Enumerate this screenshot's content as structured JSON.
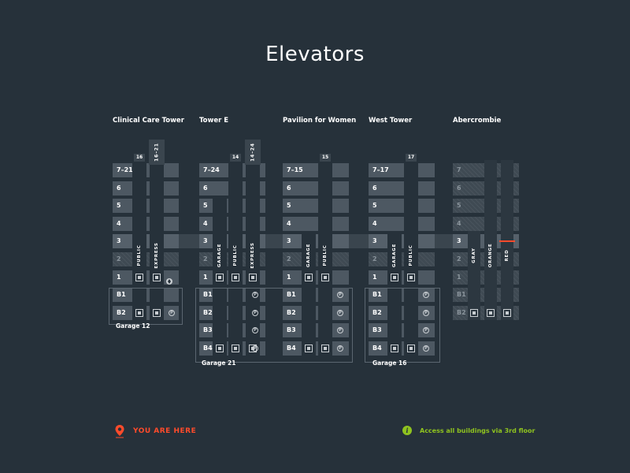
{
  "title": "Elevators",
  "colors": {
    "background": "#26313a",
    "floor": "#4d5862",
    "floor_dim": "#3f4a53",
    "accent_you_are_here": "#ff4b2b",
    "accent_info": "#8fc31f"
  },
  "buildings": [
    {
      "name": "Clinical Care Tower",
      "floors": [
        {
          "label": "7–21",
          "dim": false
        },
        {
          "label": "6",
          "dim": false
        },
        {
          "label": "5",
          "dim": false
        },
        {
          "label": "4",
          "dim": false
        },
        {
          "label": "3",
          "dim": false
        },
        {
          "label": "2",
          "dim": true
        },
        {
          "label": "1",
          "dim": false
        },
        {
          "label": "B1",
          "dim": false
        },
        {
          "label": "B2",
          "dim": false
        }
      ],
      "shafts": [
        {
          "label": "PUBLIC",
          "top_tag": "16"
        },
        {
          "label": "EXPRESS",
          "top_tag": "16–21"
        }
      ],
      "garage": "Garage 12"
    },
    {
      "name": "Tower E",
      "floors": [
        {
          "label": "7–24",
          "dim": false
        },
        {
          "label": "6",
          "dim": false
        },
        {
          "label": "5",
          "dim": false
        },
        {
          "label": "4",
          "dim": false
        },
        {
          "label": "3",
          "dim": false
        },
        {
          "label": "2",
          "dim": true
        },
        {
          "label": "1",
          "dim": false
        },
        {
          "label": "B1",
          "dim": false
        },
        {
          "label": "B2",
          "dim": false
        },
        {
          "label": "B3",
          "dim": false
        },
        {
          "label": "B4",
          "dim": false
        }
      ],
      "shafts": [
        {
          "label": "GARAGE",
          "top_tag": ""
        },
        {
          "label": "PUBLIC",
          "top_tag": "14"
        },
        {
          "label": "EXPRESS",
          "top_tag": "14–24"
        }
      ],
      "garage": "Garage 21"
    },
    {
      "name": "Pavilion for Women",
      "floors": [
        {
          "label": "7–15",
          "dim": false
        },
        {
          "label": "6",
          "dim": false
        },
        {
          "label": "5",
          "dim": false
        },
        {
          "label": "4",
          "dim": false
        },
        {
          "label": "3",
          "dim": false
        },
        {
          "label": "2",
          "dim": true
        },
        {
          "label": "1",
          "dim": false
        },
        {
          "label": "B1",
          "dim": false
        },
        {
          "label": "B2",
          "dim": false
        },
        {
          "label": "B3",
          "dim": false
        },
        {
          "label": "B4",
          "dim": false
        }
      ],
      "shafts": [
        {
          "label": "GARAGE",
          "top_tag": ""
        },
        {
          "label": "PUBLIC",
          "top_tag": "15"
        }
      ],
      "garage": ""
    },
    {
      "name": "West Tower",
      "floors": [
        {
          "label": "7–17",
          "dim": false
        },
        {
          "label": "6",
          "dim": false
        },
        {
          "label": "5",
          "dim": false
        },
        {
          "label": "4",
          "dim": false
        },
        {
          "label": "3",
          "dim": false
        },
        {
          "label": "2",
          "dim": true
        },
        {
          "label": "1",
          "dim": false
        },
        {
          "label": "B1",
          "dim": false
        },
        {
          "label": "B2",
          "dim": false
        },
        {
          "label": "B3",
          "dim": false
        },
        {
          "label": "B4",
          "dim": false
        }
      ],
      "shafts": [
        {
          "label": "GARAGE",
          "top_tag": ""
        },
        {
          "label": "PUBLIC",
          "top_tag": "17"
        }
      ],
      "garage": "Garage 16"
    },
    {
      "name": "Abercrombie",
      "floors": [
        {
          "label": "7",
          "dim": true
        },
        {
          "label": "6",
          "dim": true
        },
        {
          "label": "5",
          "dim": true
        },
        {
          "label": "4",
          "dim": true
        },
        {
          "label": "3",
          "dim": false
        },
        {
          "label": "2",
          "dim": true
        },
        {
          "label": "1",
          "dim": true
        },
        {
          "label": "B1",
          "dim": true
        },
        {
          "label": "B2",
          "dim": true
        }
      ],
      "shafts": [
        {
          "label": "GRAY",
          "top_tag": ""
        },
        {
          "label": "ORANGE",
          "top_tag": ""
        },
        {
          "label": "RED",
          "top_tag": ""
        }
      ],
      "garage": ""
    }
  ],
  "parking_icon": "P",
  "legend": {
    "you_are_here": "YOU ARE HERE",
    "info_icon": "i",
    "info_text": "Access all buildings via 3rd floor"
  },
  "icons": {
    "map_pin": "map-pin-icon",
    "info": "info-icon",
    "elevator": "elevator-icon",
    "parking": "parking-icon"
  }
}
